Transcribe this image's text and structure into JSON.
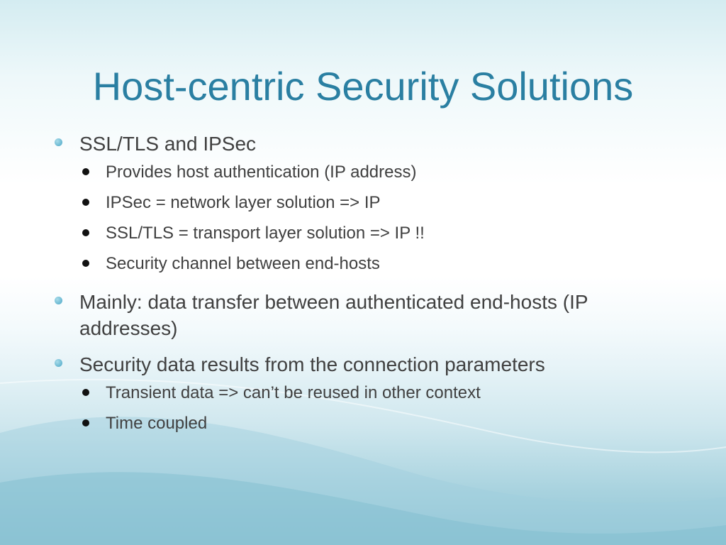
{
  "slide": {
    "title": "Host-centric Security Solutions",
    "bullets": [
      {
        "text": "SSL/TLS and IPSec",
        "sub": [
          "Provides host authentication (IP address)",
          "IPSec = network layer solution => IP",
          "SSL/TLS = transport layer solution => IP !!",
          "Security channel between end-hosts"
        ]
      },
      {
        "text": "Mainly: data transfer between authenticated end-hosts (IP addresses)",
        "sub": []
      },
      {
        "text": "Security data results from the connection parameters",
        "sub": [
          "Transient data => can’t be reused in other context",
          "Time coupled"
        ]
      }
    ]
  },
  "theme": {
    "title_color": "#2a7fa2",
    "text_color": "#404040",
    "bullet_l1_color": "#4aa6c6",
    "bullet_l2_color": "#111111",
    "background_top": "#d4ecf1",
    "background_bottom": "#8dc3d3"
  }
}
